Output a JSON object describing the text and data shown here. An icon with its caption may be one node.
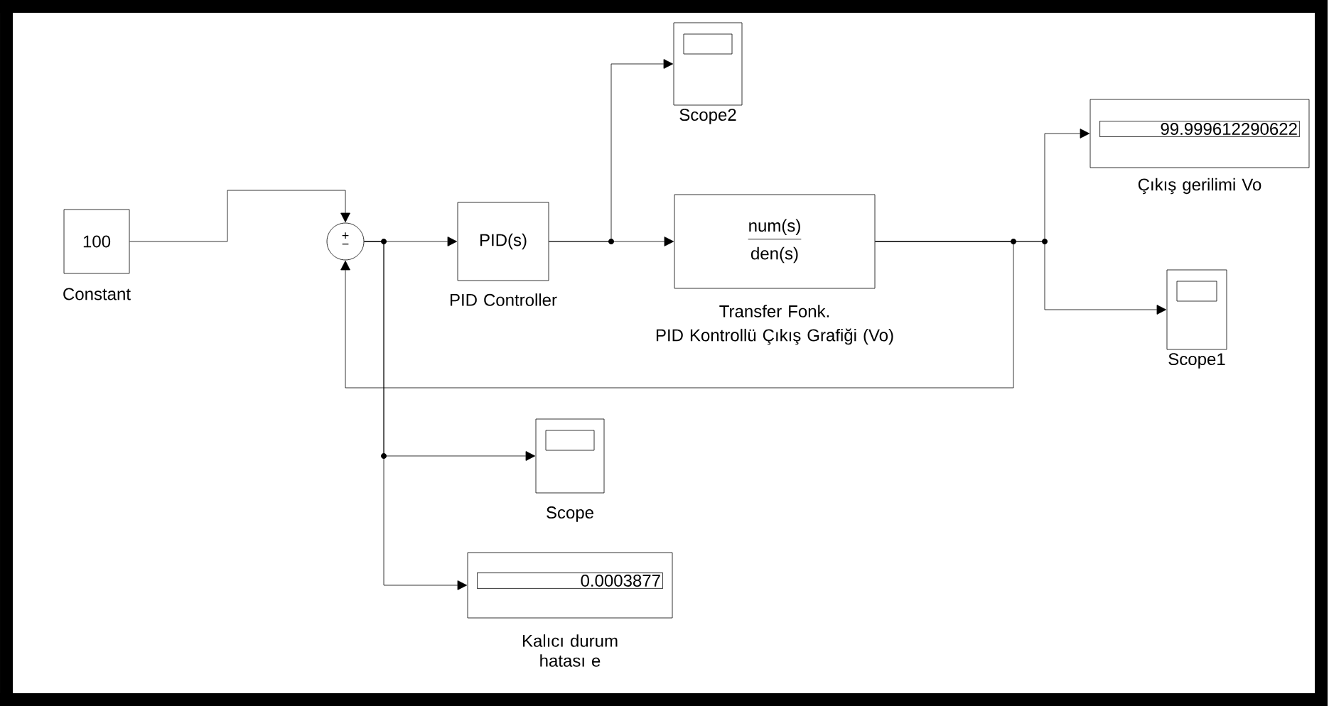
{
  "diagram": {
    "nodes": [
      {
        "text": [
          "100"
        ],
        "beside": [
          "Constant"
        ]
      },
      {
        "text": [
          "+",
          "−"
        ]
      },
      {
        "text": [
          "PID(s)"
        ],
        "beside": [
          "PID Controller"
        ]
      },
      {
        "text": [],
        "shape": "box",
        "beside": [
          "Scope2"
        ]
      },
      {
        "text": [
          "num(s)",
          "den(s)"
        ],
        "beside": [
          "Transfer Fonk.",
          "PID Kontrollü Çıkış Grafiği (Vo)"
        ]
      },
      {
        "text": [
          "99.999612290622"
        ],
        "beside": [
          "Çıkış gerilimi Vo"
        ]
      },
      {
        "text": [],
        "shape": "box",
        "beside": [
          "Scope1"
        ]
      },
      {
        "text": [],
        "shape": "box",
        "beside": [
          "Scope"
        ]
      },
      {
        "text": [
          "0.0003877"
        ],
        "beside": [
          "Kalıcı durum hatası e"
        ]
      }
    ],
    "edges": [
      {
        "from": 0,
        "to": 1,
        "arrow": "to"
      },
      {
        "from": 1,
        "to": 2,
        "arrow": "to"
      },
      {
        "from": 2,
        "to": 3,
        "arrow": "to"
      },
      {
        "from": 2,
        "to": 4,
        "arrow": "to"
      },
      {
        "from": 4,
        "to": 5,
        "arrow": "to"
      },
      {
        "from": 4,
        "to": 6,
        "arrow": "to"
      },
      {
        "from": 4,
        "to": 1,
        "arrow": "to"
      },
      {
        "from": 1,
        "to": 7,
        "arrow": "to"
      },
      {
        "from": 1,
        "to": 8,
        "arrow": "to"
      }
    ]
  }
}
